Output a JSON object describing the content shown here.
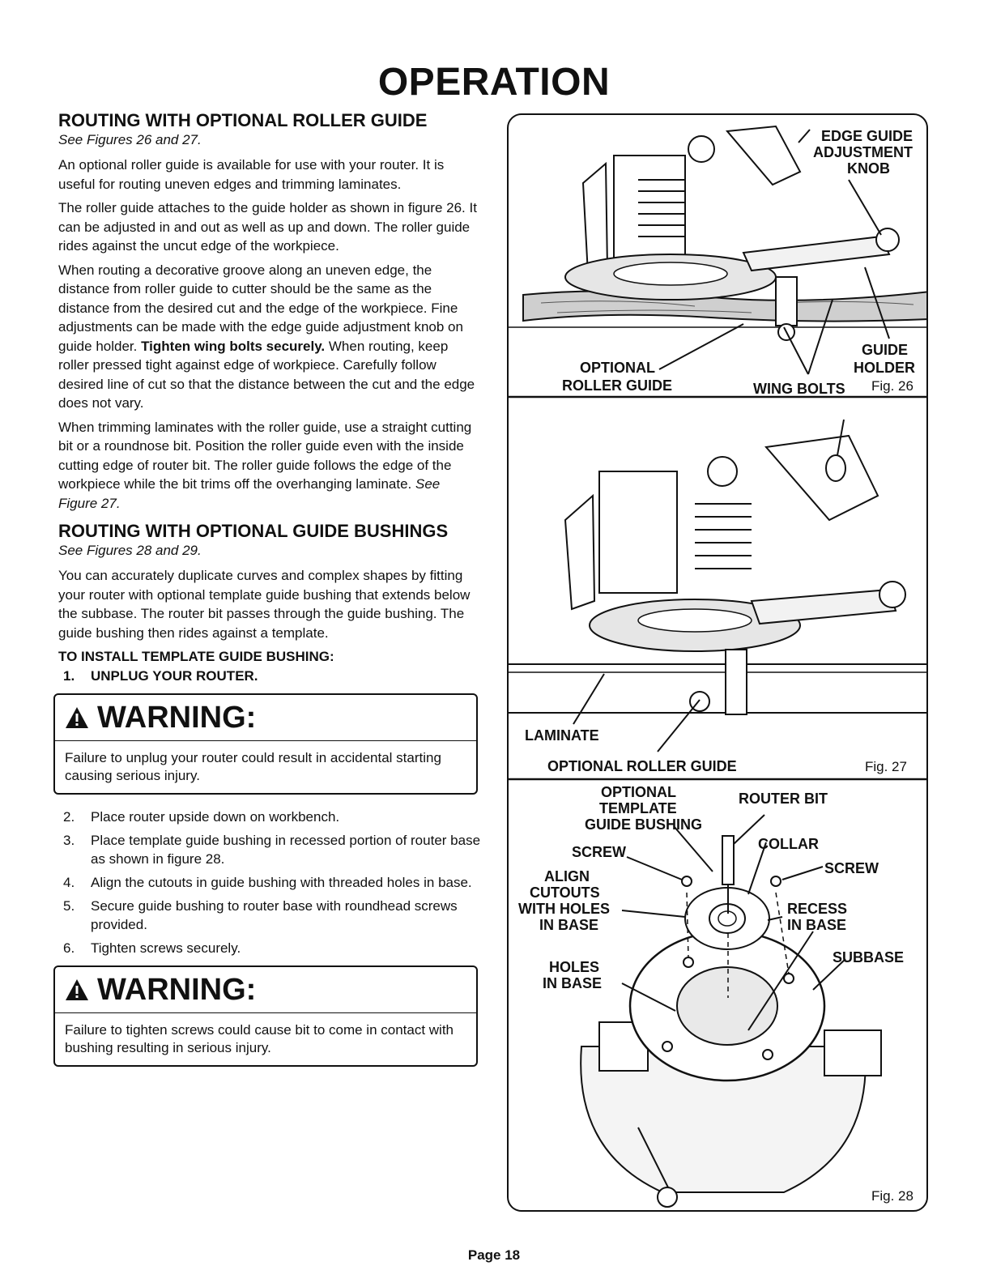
{
  "page_title": "OPERATION",
  "section1": {
    "heading": "ROUTING WITH OPTIONAL  ROLLER GUIDE",
    "see": "See Figures 26 and 27.",
    "p1": "An optional roller guide is available for use with your router. It is useful for routing uneven edges and trimming laminates.",
    "p2": "The roller guide attaches to the guide holder as shown in figure 26. It can be adjusted in and out as well as up and down. The roller guide rides against the uncut edge of the workpiece.",
    "p3a": "When routing a decorative groove along an uneven edge, the distance from roller guide to cutter should be the same as the distance from the desired cut and the edge of the workpiece. Fine adjustments can be made with the edge guide adjustment knob on guide holder.",
    "p3b": "Tighten wing bolts securely.",
    "p3c": "When routing, keep roller pressed tight against edge of workpiece. Carefully follow desired line of cut so that the distance between the cut and the edge does not vary.",
    "p4a": "When trimming laminates with the roller guide, use a straight cutting bit or a roundnose bit. Position the roller guide even with the inside cutting edge of router bit. The roller guide follows the edge of the workpiece while the bit trims off the overhanging laminate.",
    "p4b": "See Figure 27."
  },
  "section2": {
    "heading": "ROUTING WITH OPTIONAL GUIDE BUSHINGS",
    "see": "See Figures 28 and 29.",
    "p1": "You can accurately duplicate curves and complex shapes by fitting your router with optional template guide bushing that extends below the subbase. The router bit passes through the guide bushing. The guide bushing then rides against a template.",
    "subheading": "TO INSTALL TEMPLATE GUIDE BUSHING:",
    "step1_num": "1.",
    "step1": "UNPLUG YOUR ROUTER."
  },
  "warning1": {
    "title": "WARNING:",
    "text": "Failure to unplug your router could result in accidental starting causing serious injury."
  },
  "steps": [
    {
      "num": "2.",
      "text": "Place router upside down on workbench."
    },
    {
      "num": "3.",
      "text": "Place template guide bushing in recessed portion of router base as shown in figure 28."
    },
    {
      "num": "4.",
      "text": "Align the cutouts in guide bushing with threaded holes in base."
    },
    {
      "num": "5.",
      "text": "Secure guide bushing to router base with roundhead screws provided."
    },
    {
      "num": "6.",
      "text": "Tighten screws securely."
    }
  ],
  "warning2": {
    "title": "WARNING:",
    "text": "Failure to tighten screws could cause bit to come in contact with bushing resulting in serious injury."
  },
  "fig26": {
    "edge_guide_1": "EDGE GUIDE",
    "edge_guide_2": "ADJUSTMENT",
    "edge_guide_3": "KNOB",
    "guide_holder_1": "GUIDE",
    "guide_holder_2": "HOLDER",
    "optional_1": "OPTIONAL",
    "optional_2": "ROLLER GUIDE",
    "wing_bolts": "WING BOLTS",
    "fig": "Fig. 26"
  },
  "fig27": {
    "laminate": "LAMINATE",
    "roller_guide": "OPTIONAL ROLLER GUIDE",
    "fig": "Fig. 27"
  },
  "fig28": {
    "opt_1": "OPTIONAL",
    "opt_2": "TEMPLATE",
    "opt_3": "GUIDE BUSHING",
    "router_bit": "ROUTER BIT",
    "collar": "COLLAR",
    "screw_left": "SCREW",
    "screw_right": "SCREW",
    "align_1": "ALIGN",
    "align_2": "CUTOUTS",
    "align_3": "WITH HOLES",
    "align_4": "IN BASE",
    "recess_1": "RECESS",
    "recess_2": "IN BASE",
    "subbase": "SUBBASE",
    "holes_1": "HOLES",
    "holes_2": "IN BASE",
    "fig": "Fig. 28"
  },
  "footer": {
    "page": "Page 18"
  }
}
